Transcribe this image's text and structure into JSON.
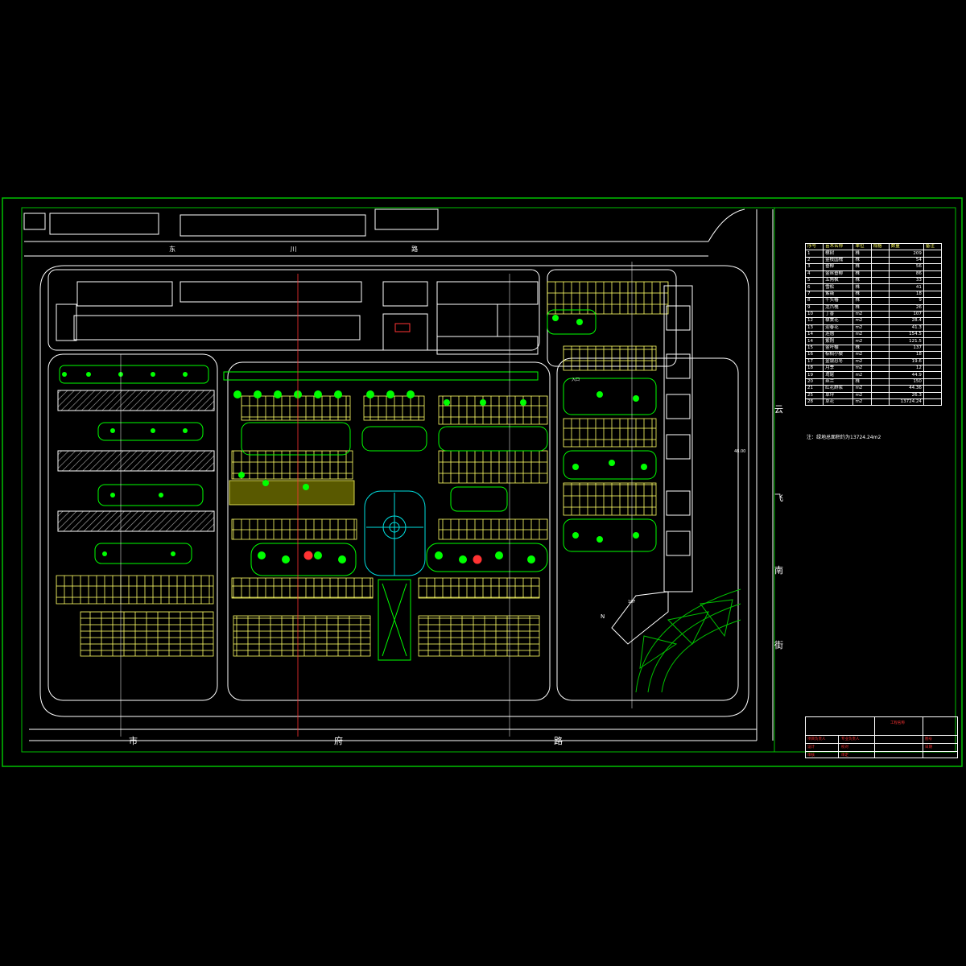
{
  "streets": {
    "north": "东 川 路",
    "south": [
      "市",
      "府",
      "路"
    ],
    "east": [
      "云",
      "飞",
      "南",
      "街"
    ]
  },
  "schedule": {
    "headers": [
      "序号",
      "苗木名称",
      "单位",
      "规格",
      "数量",
      "备注"
    ],
    "rows": [
      [
        "1",
        "樟树",
        "株",
        "",
        "209",
        ""
      ],
      [
        "2",
        "金枝国槐",
        "株",
        "",
        "54",
        ""
      ],
      [
        "3",
        "垂柳",
        "株",
        "",
        "56",
        ""
      ],
      [
        "4",
        "金丝垂柳",
        "株",
        "",
        "86",
        ""
      ],
      [
        "5",
        "五角枫",
        "株",
        "",
        "33",
        ""
      ],
      [
        "6",
        "雪松",
        "株",
        "",
        "41",
        ""
      ],
      [
        "7",
        "紫薇",
        "株",
        "",
        "18",
        ""
      ],
      [
        "8",
        "千头椿",
        "株",
        "",
        "9",
        ""
      ],
      [
        "9",
        "龙爪槐",
        "株",
        "",
        "26",
        ""
      ],
      [
        "10",
        "丁香",
        "m2",
        "",
        "107",
        ""
      ],
      [
        "12",
        "棣棠花",
        "m2",
        "",
        "28.4",
        ""
      ],
      [
        "13",
        "迎春花",
        "m2",
        "",
        "41.3",
        ""
      ],
      [
        "14",
        "连翘",
        "m2",
        "",
        "154.5",
        ""
      ],
      [
        "14",
        "紫荆",
        "m2",
        "",
        "121.5",
        ""
      ],
      [
        "15",
        "金叶榆",
        "株",
        "",
        "137",
        ""
      ],
      [
        "16",
        "棕榈小檗",
        "m2",
        "",
        "18",
        ""
      ],
      [
        "17",
        "金银忍冬",
        "m2",
        "",
        "19.6",
        ""
      ],
      [
        "18",
        "月季",
        "m2",
        "",
        "12",
        ""
      ],
      [
        "19",
        "鸢尾",
        "m2",
        "",
        "44.9",
        ""
      ],
      [
        "20",
        "丝兰",
        "株",
        "",
        "150",
        ""
      ],
      [
        "21",
        "红花酢浆",
        "m2",
        "",
        "44.36",
        ""
      ],
      [
        "25",
        "草坪",
        "m2",
        "",
        "26.3",
        ""
      ],
      [
        "28",
        "草花",
        "m2",
        "",
        "13724.24",
        ""
      ]
    ]
  },
  "note": "注：绿地总面积约为13724.24m2",
  "map_labels": {
    "dim_height": "48.00",
    "entrance": "入口",
    "gate_label": "10F",
    "compass": "N"
  },
  "title_block": {
    "cells": [
      "工程名称",
      "项目负责人",
      "专业负责人",
      "设计",
      "校对",
      "审核",
      "审定",
      "图号",
      "日期"
    ]
  },
  "colors": {
    "frame": "#00c000",
    "road": "#ffffff",
    "building": "#ffffff",
    "parking": "#ffff66",
    "tree": "#00ff00",
    "marker": "#ff3333",
    "path": "#00e0e0",
    "hatch": "#b0b0b0"
  }
}
